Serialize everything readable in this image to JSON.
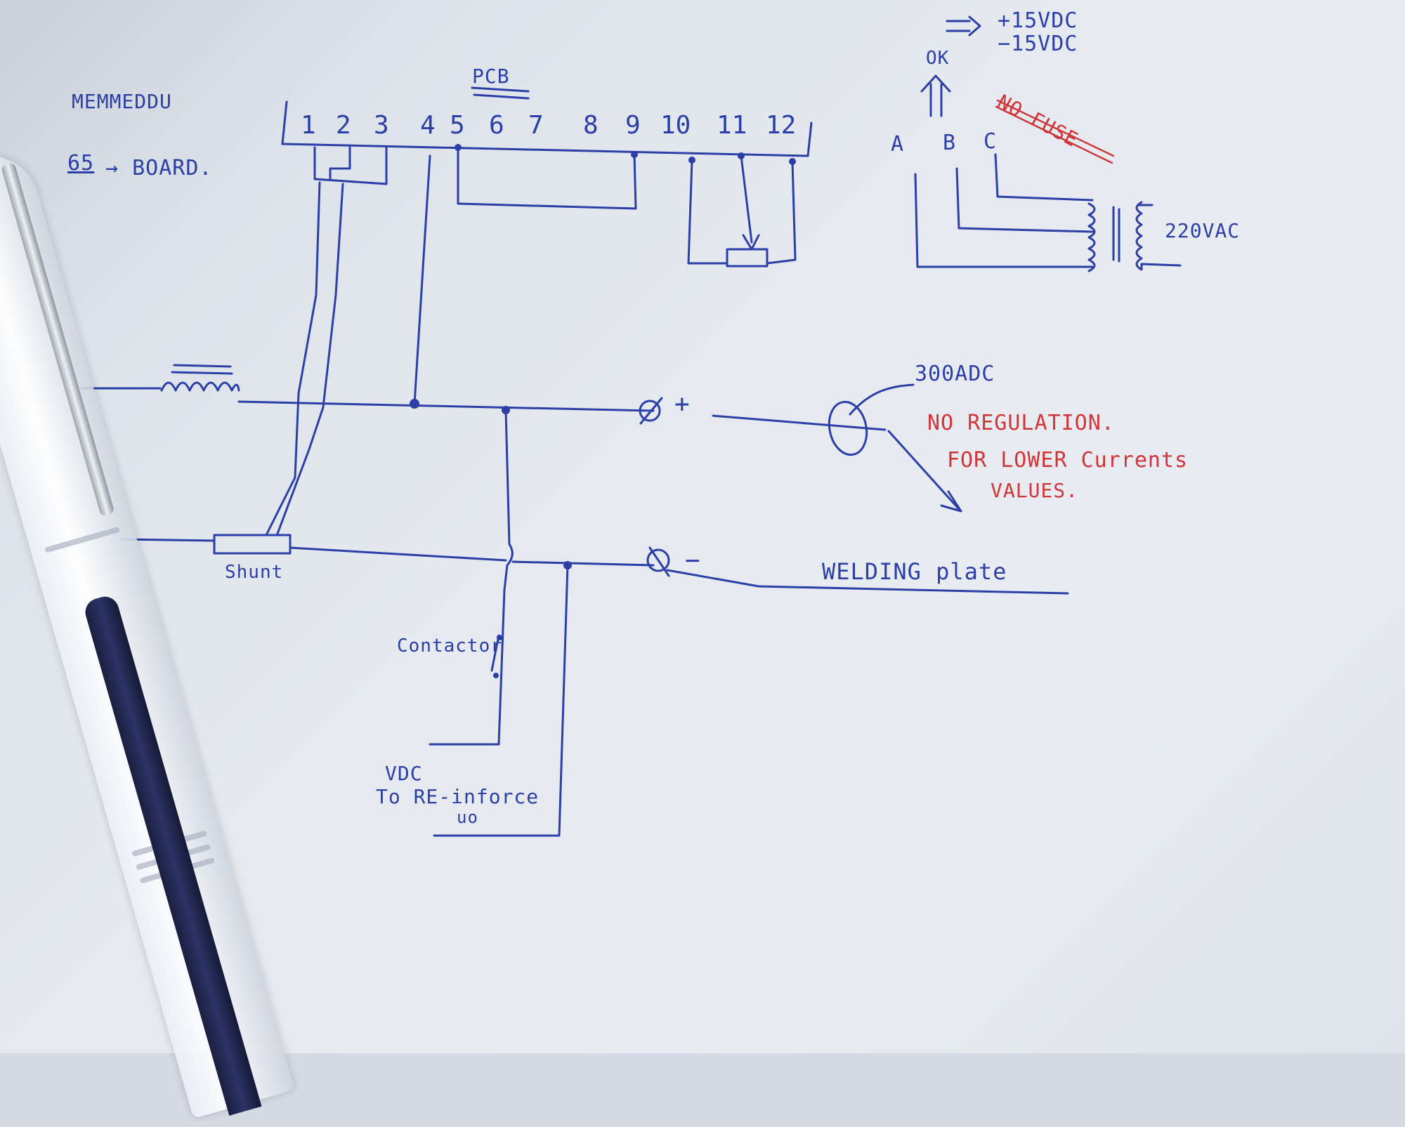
{
  "notes": {
    "top_left_1": "MEMMEDDU",
    "top_left_2": "65",
    "top_left_3": "→ BOARD.",
    "pcb_title": "PCB",
    "supply_pos": "+15VDC",
    "supply_neg": "−15VDC",
    "ok": "OK",
    "no_fuse": "NO FUSE",
    "phase_a": "A",
    "phase_b": "B",
    "phase_c": "C",
    "mains": "220VAC",
    "current": "300ADC",
    "no_regulation": "NO REGULATION.",
    "for_lower": "FOR LOWER Currents",
    "values": "VALUES.",
    "plus": "+",
    "minus": "−",
    "welding_plate": "WELDING plate",
    "shunt": "Shunt",
    "contactor": "Contactor",
    "vdc": "VDC",
    "reinforce_1": "To RE-inforce",
    "reinforce_2": "uo"
  },
  "pcb_pins": [
    "1",
    "2",
    "3",
    "4",
    "5",
    "6",
    "7",
    "8",
    "9",
    "10",
    "11",
    "12"
  ],
  "colors": {
    "ink": "#2b3fa6",
    "red_ink": "#d0353a",
    "paper": "#e6eaf0"
  }
}
